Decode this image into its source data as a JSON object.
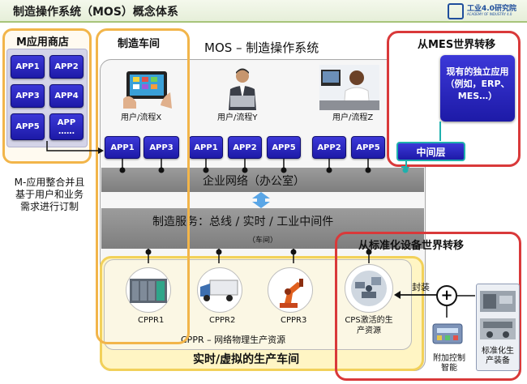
{
  "header": {
    "title": "制造操作系统（MOS）概念体系",
    "logo_text": "工业4.0研究院",
    "logo_sub": "ACADEMY OF INDUSTRY 4.0"
  },
  "app_store": {
    "title": "M应用商店",
    "apps": [
      "APP1",
      "APP2",
      "APP3",
      "APP4",
      "APP5",
      "APP\n……"
    ],
    "note": "M-应用整合并且基于用户和业务需求进行订制"
  },
  "workshop": {
    "title": "制造车间"
  },
  "mos": {
    "title": "MOS – 制造操作系统",
    "users": [
      {
        "label": "用户/流程X",
        "apps": [
          "APP1",
          "APP3"
        ]
      },
      {
        "label": "用户/流程Y",
        "apps": [
          "APP1",
          "APP2",
          "APP5"
        ]
      },
      {
        "label": "用户/流程Z",
        "apps": [
          "APP2",
          "APP5"
        ]
      }
    ],
    "enterprise_network": "企业网络（办公室）",
    "service_bus": "制造服务：总线 / 实时 / 工业中间件",
    "service_bus_sub": "（车间）"
  },
  "cppr": {
    "items": [
      "CPPR1",
      "CPPR2",
      "CPPR3"
    ],
    "cps_label": "CPS激活的生产资源",
    "line": "CPPR – 网络物理生产资源",
    "bottom": "实时/虚拟的生产车间"
  },
  "mes": {
    "title": "从MES世界转移",
    "box": "现有的独立应用（例如，ERP、MES…）",
    "middle_layer": "中间层"
  },
  "standard": {
    "title": "从标准化设备世界转移",
    "encapsulate": "封装",
    "plus": "+",
    "control": "附加控制智能",
    "equipment": "标准化生产装备"
  },
  "colors": {
    "app_blue": "#2623c4",
    "orange_frame": "#f2b54a",
    "red_frame": "#d9393a",
    "band_gray": "#8c8c8c",
    "arrow_blue": "#5aa6e6"
  }
}
